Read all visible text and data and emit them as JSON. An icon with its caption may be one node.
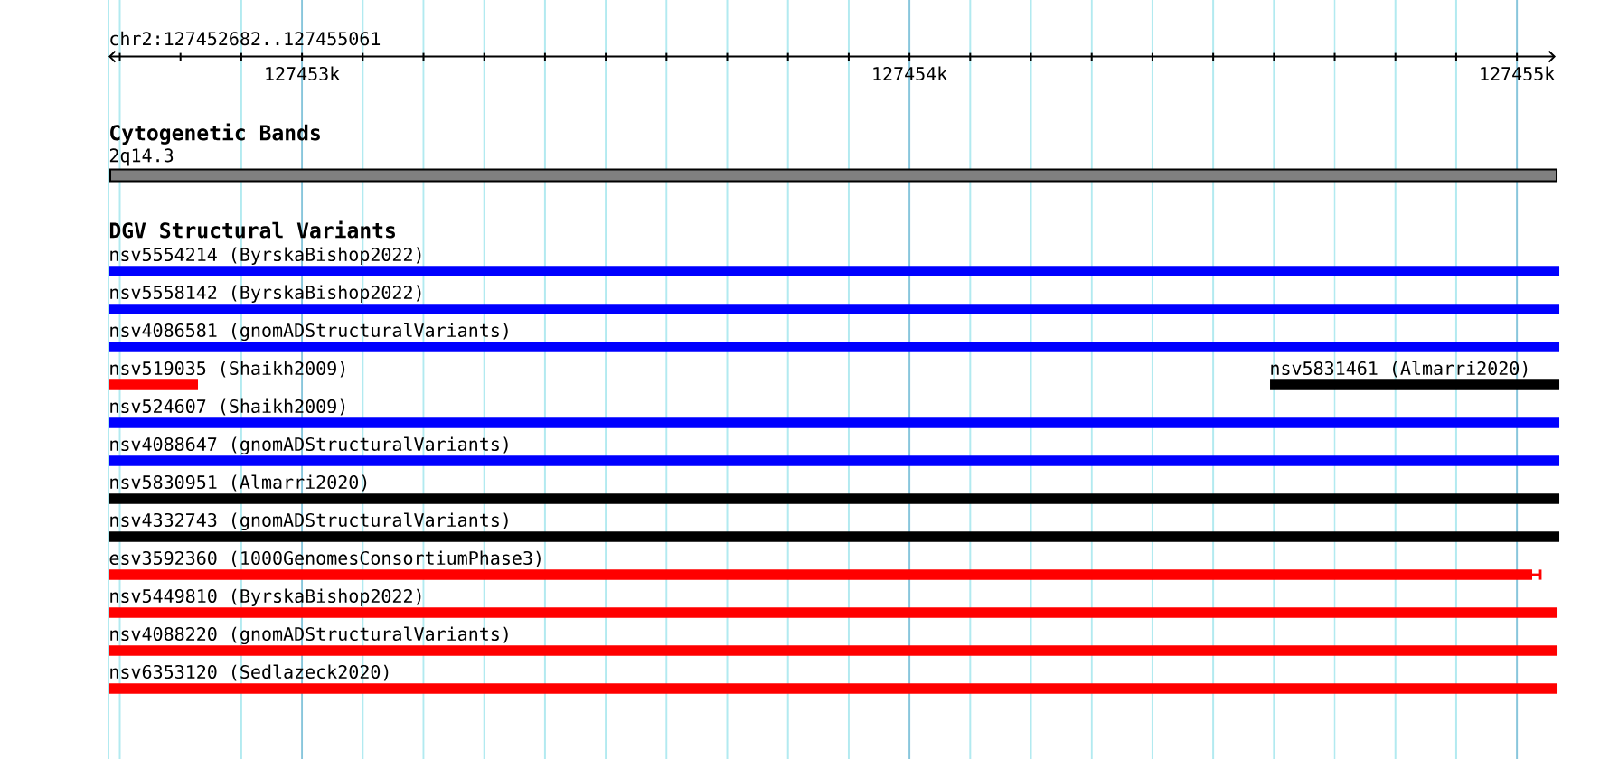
{
  "diagram": {
    "nodes": [
      {
        "text": [],
        "shape": "bar",
        "beside": [
          "2q14.3"
        ]
      },
      {
        "text": [],
        "shape": "bar",
        "beside": [
          "nsv5554214 (ByrskaBishop2022)"
        ]
      },
      {
        "text": [],
        "shape": "bar",
        "beside": [
          "nsv5558142 (ByrskaBishop2022)"
        ]
      },
      {
        "text": [],
        "shape": "bar",
        "beside": [
          "nsv4086581 (gnomADStructuralVariants)"
        ]
      },
      {
        "text": [],
        "shape": "bar",
        "beside": [
          "nsv519035 (Shaikh2009)"
        ]
      },
      {
        "text": [],
        "shape": "bar",
        "beside": [
          "nsv5831461 (Almarri2020)"
        ]
      },
      {
        "text": [],
        "shape": "bar",
        "beside": [
          "nsv524607 (Shaikh2009)"
        ]
      },
      {
        "text": [],
        "shape": "bar",
        "beside": [
          "nsv4088647 (gnomADStructuralVariants)"
        ]
      },
      {
        "text": [],
        "shape": "bar",
        "beside": [
          "nsv5830951 (Almarri2020)"
        ]
      },
      {
        "text": [],
        "shape": "bar",
        "beside": [
          "nsv4332743 (gnomADStructuralVariants)"
        ]
      },
      {
        "text": [],
        "shape": "bar",
        "beside": [
          "esv3592360 (1000GenomesConsortiumPhase3)"
        ]
      },
      {
        "text": [],
        "shape": "bar",
        "beside": [
          "nsv5449810 (ByrskaBishop2022)"
        ]
      },
      {
        "text": [],
        "shape": "bar",
        "beside": [
          "nsv4088220 (gnomADStructuralVariants)"
        ]
      },
      {
        "text": [],
        "shape": "bar",
        "beside": [
          "nsv6353120 (Sedlazeck2020)"
        ]
      }
    ],
    "labels": [
      "chr2:127452682..127455061",
      "127453k",
      "127454k",
      "127455k",
      "Cytogenetic Bands",
      "DGV Structural Variants"
    ]
  }
}
